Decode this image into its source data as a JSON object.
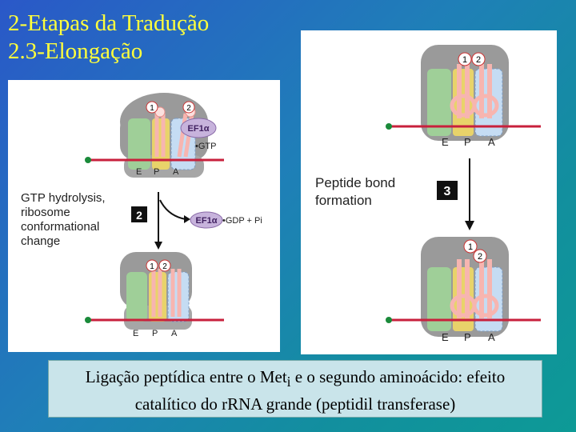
{
  "slide": {
    "title_line1": "2-Etapas da Tradução",
    "title_line2": "2.3-Elongação"
  },
  "left_diagram": {
    "site_numbers": [
      "1",
      "2"
    ],
    "ef_label": "EF1α",
    "gtp_label": "•GTP",
    "step2_label": "GTP hydrolysis,",
    "step2_line2": "ribosome",
    "step2_line3": "conformational",
    "step2_line4": "change",
    "step2_number": "2",
    "released_ef": "EF1α",
    "released_products": "•GDP + Pi",
    "sites": [
      "E",
      "P",
      "A"
    ]
  },
  "right_diagram": {
    "site_numbers": [
      "1",
      "2"
    ],
    "step3_line1": "Peptide bond",
    "step3_line2": "formation",
    "step3_number": "3",
    "sites": [
      "E",
      "P",
      "A"
    ]
  },
  "caption": {
    "line1_a": "Ligação peptídica entre o Met",
    "line1_sub": "i",
    "line1_b": " e o segundo aminoácido: efeito",
    "line2": "catalítico do rRNA grande (peptidil transferase)"
  },
  "colors": {
    "title": "#ffff3c",
    "ribosome_gray": "#9a9a9a",
    "trna_pink": "#f7b5b0",
    "mrna_red": "#c8203c",
    "ef_purple": "#c7b3dc",
    "site_blue": "#c5dcf3",
    "site_green": "#9fcf98",
    "site_yellow": "#e8d36a"
  }
}
